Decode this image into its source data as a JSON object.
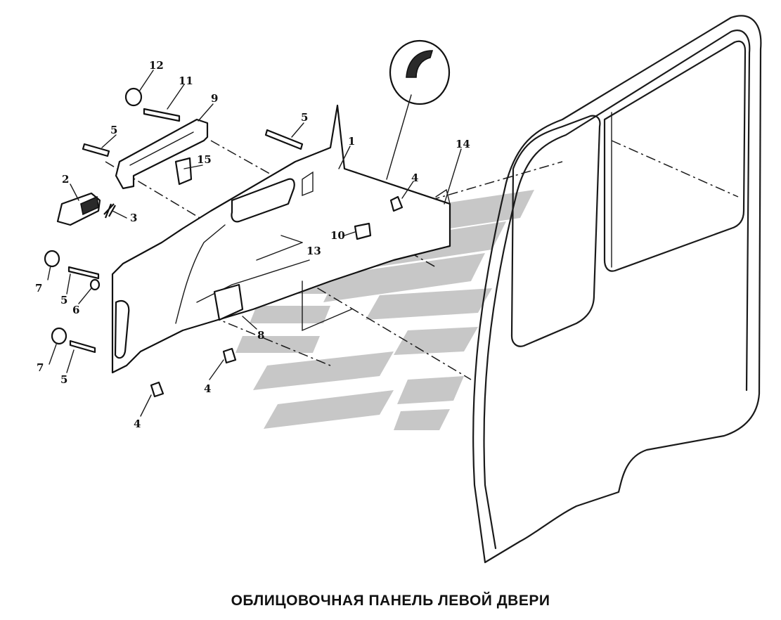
{
  "caption": "ОБЛИЦОВОЧНАЯ ПАНЕЛЬ ЛЕВОЙ ДВЕРИ",
  "callouts": {
    "c1": "1",
    "c2": "2",
    "c3": "3",
    "c4a": "4",
    "c4b": "4",
    "c4c": "4",
    "c5a": "5",
    "c5b": "5",
    "c5c": "5",
    "c5d": "5",
    "c6": "6",
    "c7a": "7",
    "c7b": "7",
    "c8": "8",
    "c9": "9",
    "c10": "10",
    "c11": "11",
    "c12": "12",
    "c13": "13",
    "c14": "14",
    "c15": "15"
  },
  "colors": {
    "line": "#1a1a1a",
    "watermark": "#c7c7c7",
    "background": "#ffffff"
  }
}
